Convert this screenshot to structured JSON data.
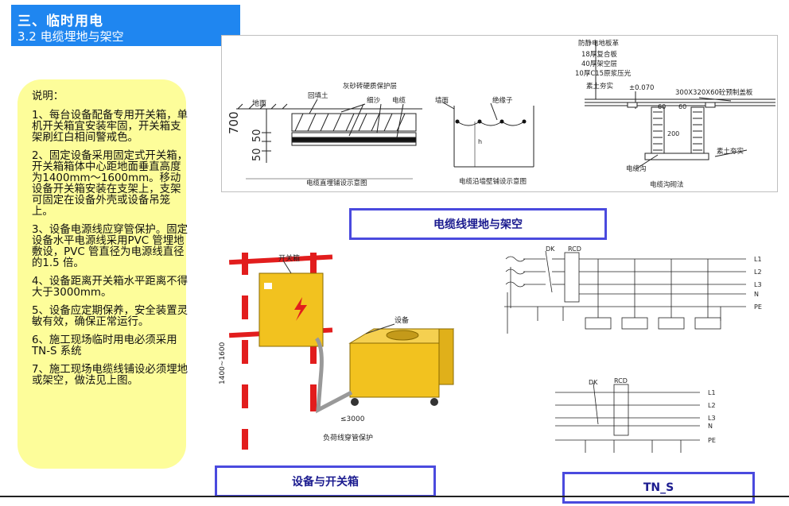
{
  "header": {
    "title": "三、临时用电",
    "subtitle": "3.2 电缆埋地与架空"
  },
  "notes": {
    "title": "说明：",
    "items": [
      "1、每台设备配备专用开关箱，单机开关箱宜安装牢固，开关箱支架刷红白相间警戒色。",
      "2、固定设备采用固定式开关箱，开关箱箱体中心距地面垂直高度为1400mm～1600mm。移动设备开关箱安装在支架上，支架可固定在设备外壳或设备吊笼上。",
      "3、设备电源线应穿管保护。固定设备水平电源线采用PVC 管埋地敷设，PVC 管直径为电源线直径的1.5 倍。",
      "4、设备距离开关箱水平距离不得大于3000mm。",
      "5、设备应定期保养，安全装置灵敏有效，确保正常运行。",
      "6、施工现场临时用电必须采用TN-S 系统",
      "7、施工现场电缆线铺设必须埋地或架空，做法见上图。"
    ]
  },
  "cable_figure": {
    "burial": {
      "caption": "电缆直埋铺设示意图",
      "ground": "地面",
      "backfill": "回填土",
      "protect_layer": "灰砂砖硬质保护层",
      "sand": "细沙",
      "cable": "电缆",
      "dim_700": "700",
      "dim_50a": "50",
      "dim_50b": "50"
    },
    "wall": {
      "caption": "电缆沿墙壁铺设示意图",
      "wall_face": "墙面",
      "insulator": "绝缘子",
      "h": "h"
    },
    "trench": {
      "caption": "电缆沟砌法",
      "label1": "防静电地板革",
      "label2": "18厚复合板",
      "label3": "40厚架空层",
      "label4": "10厚C15原浆压光",
      "label5": "素土夯实",
      "elev": "±0.070",
      "slab": "300X320X60砼预制盖板",
      "dim60a": "60",
      "dim60b": "60",
      "dim200": "200",
      "trench_label": "电缆沟",
      "compact2": "素土夯实"
    }
  },
  "label_cable": "电缆线埋地与架空",
  "box_figure": {
    "box_label": "开关箱",
    "equip_label": "设备",
    "height": "1400~1600",
    "distance": "≤3000",
    "pipe": "负荷线穿管保护"
  },
  "label_box": "设备与开关箱",
  "tns": {
    "top": {
      "dk": "DK",
      "rcd": "RCD",
      "lines": [
        "L1",
        "L2",
        "L3",
        "N",
        "PE"
      ]
    },
    "bottom": {
      "dk": "DK",
      "rcd": "RCD",
      "lines": [
        "L1",
        "L2",
        "L3",
        "N",
        "PE"
      ]
    }
  },
  "label_tns": "TN_S",
  "colors": {
    "header_bg": "#1f86f0",
    "notes_bg": "#fdfd9a",
    "label_border": "#4a4ade",
    "box_yellow": "#f2c21f",
    "pole_red": "#e21d1d"
  }
}
